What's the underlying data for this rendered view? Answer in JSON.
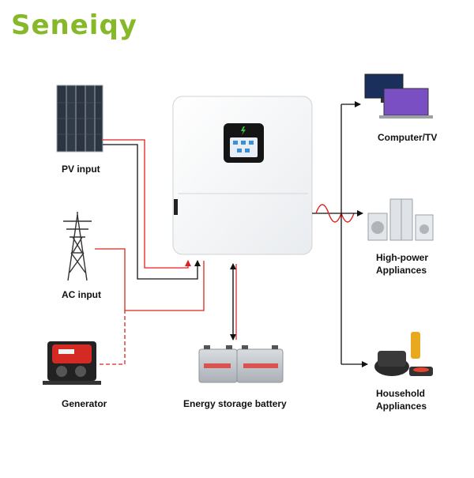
{
  "brand": {
    "logo_text": "Seneiqy",
    "color": "#86b82a"
  },
  "wire_colors": {
    "dc_positive": "#e02020",
    "dc_negative": "#111111",
    "ac_line": "#d6281f"
  },
  "nodes": {
    "pv": {
      "label": "PV input"
    },
    "grid": {
      "label": "AC input"
    },
    "generator": {
      "label": "Generator"
    },
    "battery": {
      "label": "Energy storage battery"
    },
    "computer_tv": {
      "label": "Computer/TV"
    },
    "high_power": {
      "label": "High-power Appliances"
    },
    "household": {
      "label": "Household Appliances"
    }
  }
}
